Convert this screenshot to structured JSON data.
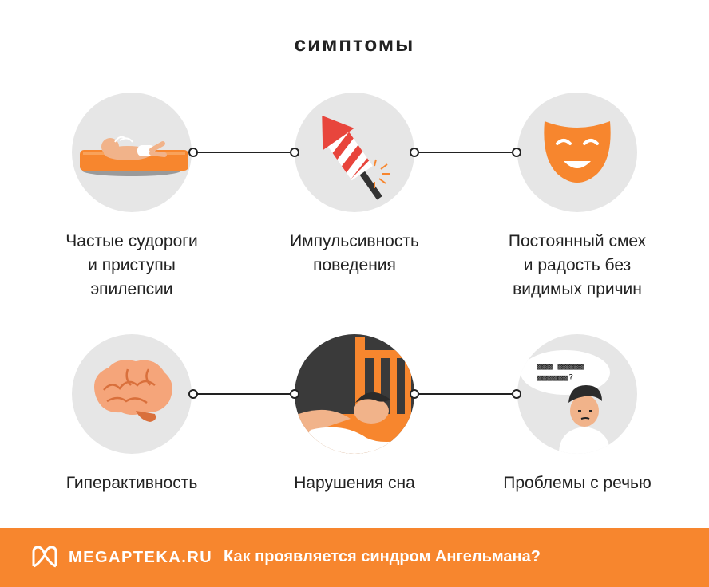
{
  "title": "симптомы",
  "symptoms": [
    {
      "label": "Частые судороги\nи приступы\nэпилепсии",
      "icon": "baby-seizure-icon"
    },
    {
      "label": "Импульсивность\nповедения",
      "icon": "firework-rocket-icon"
    },
    {
      "label": "Постоянный смех\nи радость без\nвидимых причин",
      "icon": "smiling-mask-icon"
    },
    {
      "label": "Гиперактивность",
      "icon": "brain-icon"
    },
    {
      "label": "Нарушения сна",
      "icon": "sleeping-person-icon"
    },
    {
      "label": "Проблемы с речью",
      "icon": "speech-problem-icon"
    }
  ],
  "speech_bubble_text": "▩▩▩ ▩▩▩▩▩\n▩▩▩▩▩▩?",
  "footer": {
    "brand": "MEGAPTEKA.RU",
    "tagline": "Как проявляется синдром Ангельмана?"
  },
  "colors": {
    "accent": "#f7862e",
    "circle": "#e6e6e6",
    "line": "#222222"
  }
}
